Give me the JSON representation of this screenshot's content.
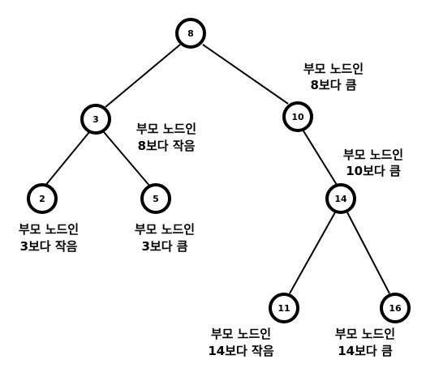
{
  "tree": {
    "nodes": [
      {
        "id": "n8",
        "label": "8"
      },
      {
        "id": "n3",
        "label": "3"
      },
      {
        "id": "n10",
        "label": "10"
      },
      {
        "id": "n2",
        "label": "2"
      },
      {
        "id": "n5",
        "label": "5"
      },
      {
        "id": "n14",
        "label": "14"
      },
      {
        "id": "n11",
        "label": "11"
      },
      {
        "id": "n16",
        "label": "16"
      }
    ],
    "edges": [
      {
        "from": "n8",
        "to": "n3"
      },
      {
        "from": "n8",
        "to": "n10"
      },
      {
        "from": "n3",
        "to": "n2"
      },
      {
        "from": "n3",
        "to": "n5"
      },
      {
        "from": "n10",
        "to": "n14"
      },
      {
        "from": "n14",
        "to": "n11"
      },
      {
        "from": "n14",
        "to": "n16"
      }
    ],
    "annotations": {
      "n10": [
        "부모 노드인",
        "8보다 큼"
      ],
      "n3": [
        "부모 노드인",
        "8보다 작음"
      ],
      "n14": [
        "부모 노드인",
        "10보다 큼"
      ],
      "n2": [
        "부모 노드인",
        "3보다 작음"
      ],
      "n5": [
        "부모 노드인",
        "3보다 큼"
      ],
      "n11": [
        "부모 노드인",
        "14보다 작음"
      ],
      "n16": [
        "부모 노드인",
        "14보다 큼"
      ]
    },
    "colors": {
      "stroke": "#000000",
      "fill": "#ffffff"
    }
  }
}
